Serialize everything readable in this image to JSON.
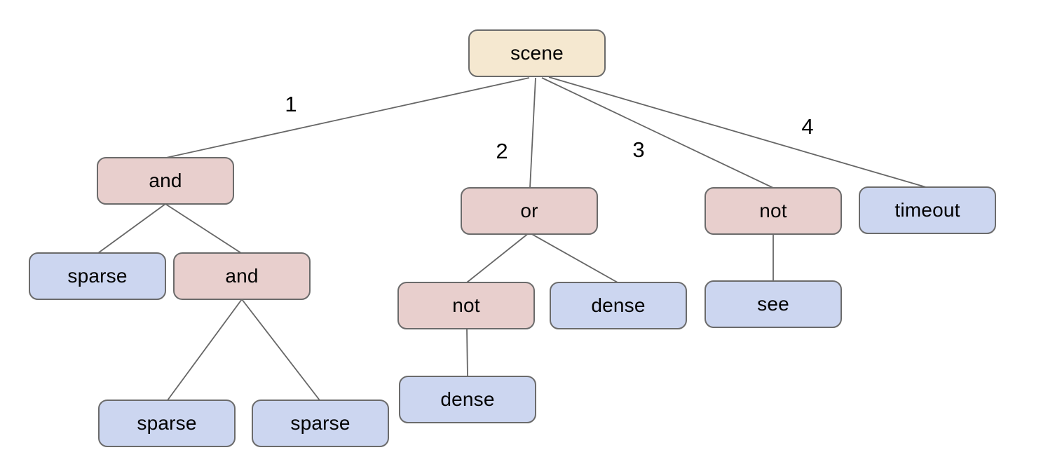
{
  "colors": {
    "background": "#ffffff",
    "root_fill": "#f5e8d0",
    "operator_fill": "#e8cfcd",
    "leaf_fill": "#ccd6f0",
    "node_border": "#6b6b6b",
    "edge_line": "#666666",
    "text": "#000000"
  },
  "nodes": {
    "scene": {
      "label": "scene",
      "type": "root"
    },
    "and1": {
      "label": "and",
      "type": "operator"
    },
    "or1": {
      "label": "or",
      "type": "operator"
    },
    "not_root": {
      "label": "not",
      "type": "operator"
    },
    "timeout": {
      "label": "timeout",
      "type": "leaf"
    },
    "sparse1": {
      "label": "sparse",
      "type": "leaf"
    },
    "and2": {
      "label": "and",
      "type": "operator"
    },
    "sparse2": {
      "label": "sparse",
      "type": "leaf"
    },
    "sparse3": {
      "label": "sparse",
      "type": "leaf"
    },
    "not_or": {
      "label": "not",
      "type": "operator"
    },
    "dense1": {
      "label": "dense",
      "type": "leaf"
    },
    "dense2": {
      "label": "dense",
      "type": "leaf"
    },
    "see": {
      "label": "see",
      "type": "leaf"
    }
  },
  "edge_labels": {
    "e1": "1",
    "e2": "2",
    "e3": "3",
    "e4": "4"
  },
  "tree": {
    "label": "scene",
    "children": [
      {
        "edge": "1",
        "label": "and",
        "children": [
          {
            "label": "sparse"
          },
          {
            "label": "and",
            "children": [
              {
                "label": "sparse"
              },
              {
                "label": "sparse"
              }
            ]
          }
        ]
      },
      {
        "edge": "2",
        "label": "or",
        "children": [
          {
            "label": "not",
            "children": [
              {
                "label": "dense"
              }
            ]
          },
          {
            "label": "dense"
          }
        ]
      },
      {
        "edge": "3",
        "label": "not",
        "children": [
          {
            "label": "see"
          }
        ]
      },
      {
        "edge": "4",
        "label": "timeout"
      }
    ]
  }
}
